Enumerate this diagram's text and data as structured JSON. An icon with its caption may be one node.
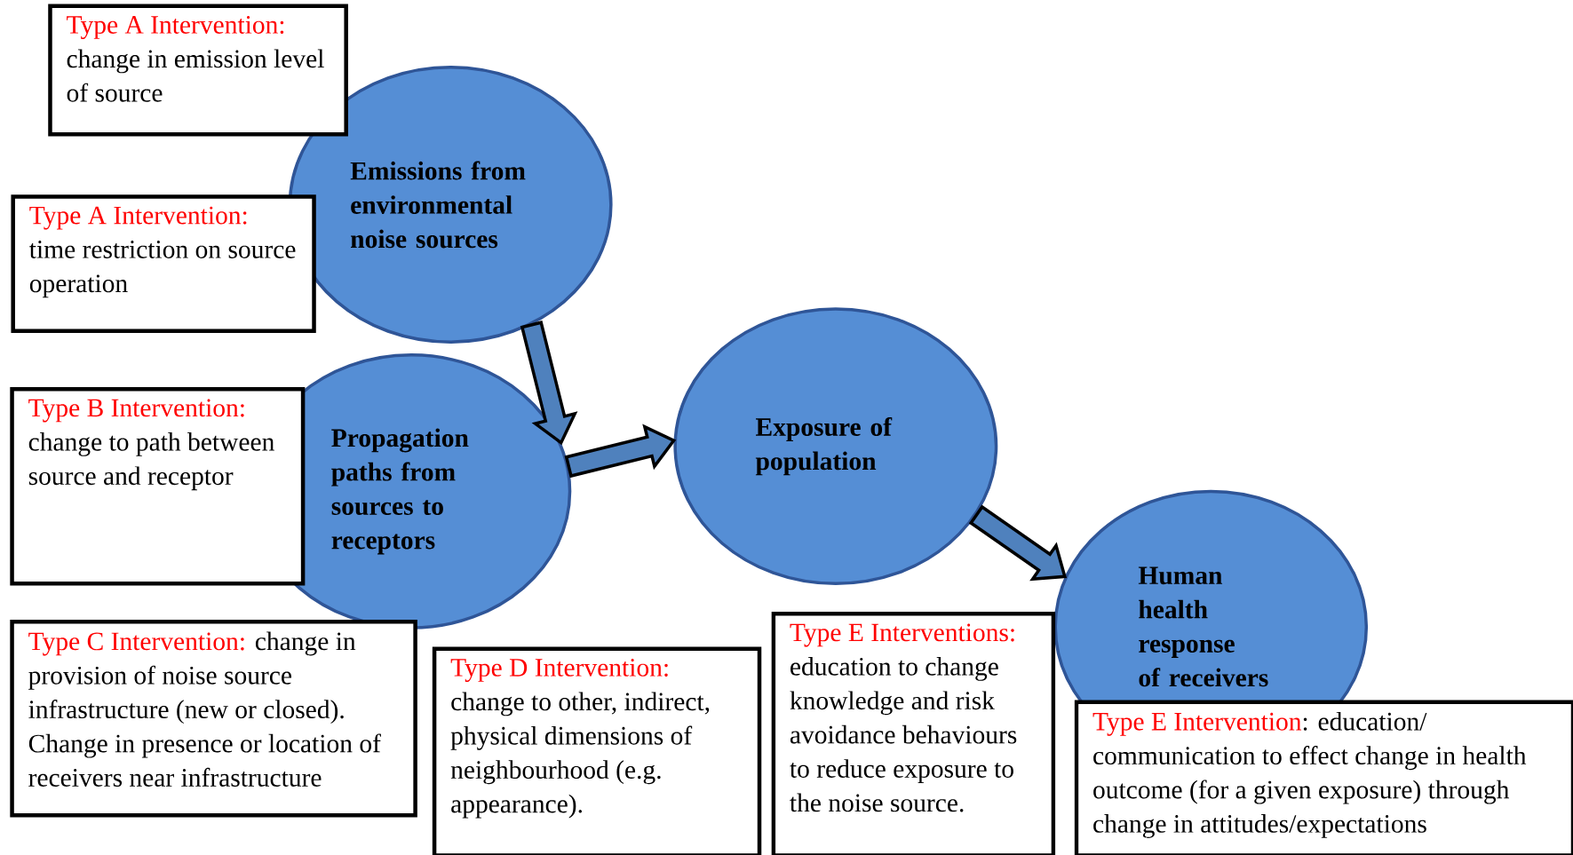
{
  "diagram": {
    "nodes": [
      {
        "text": [
          "Type A Intervention:",
          "change in emission level of source"
        ]
      },
      {
        "text": [
          "Emissions from environmental noise sources"
        ]
      },
      {
        "text": [
          "Type A Intervention:",
          "time restriction on source operation"
        ]
      },
      {
        "text": [
          "Type B Intervention:",
          "change to path between source and receptor"
        ]
      },
      {
        "text": [
          "Propagation paths from sources to receptors"
        ]
      },
      {
        "text": [
          "Exposure of population"
        ]
      },
      {
        "text": [
          "Human health response of receivers"
        ]
      },
      {
        "text": [
          "Type C Intervention:",
          "change in provision of noise source infrastructure (new or closed). Change in presence or location of receivers near infrastructure"
        ]
      },
      {
        "text": [
          "Type D Intervention:",
          "change to other, indirect, physical dimensions of neighbourhood (e.g. appearance)."
        ]
      },
      {
        "text": [
          "Type E Interventions:",
          "education to change knowledge and risk avoidance behaviours to reduce exposure to the noise source."
        ]
      },
      {
        "text": [
          "Type E Intervention",
          ": education/ communication to effect change in health outcome (for a given exposure) through change in attitudes/expectations"
        ]
      }
    ],
    "edges": [
      {
        "from": 1,
        "to": 4,
        "arrow": "to"
      },
      {
        "from": 4,
        "to": 5,
        "arrow": "to"
      },
      {
        "from": 5,
        "to": 6,
        "arrow": "to"
      }
    ]
  }
}
